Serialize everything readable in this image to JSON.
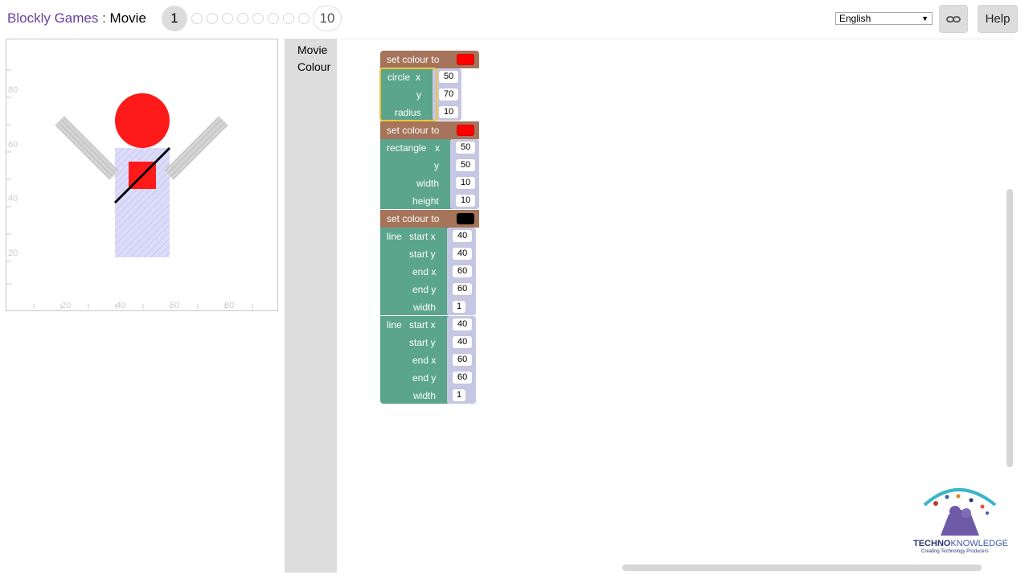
{
  "header": {
    "app_title": "Blockly Games",
    "separator": " : ",
    "level_name": "Movie",
    "current_level": "1",
    "last_level": "10",
    "language": "English",
    "link_icon": "link-icon",
    "help_label": "Help"
  },
  "visualization": {
    "y_ticks": [
      "80",
      "60",
      "40",
      "20"
    ],
    "x_ticks": [
      "20",
      "40",
      "60",
      "80"
    ],
    "colors": {
      "head": "#ff1a1a",
      "body": "#d8d8ff",
      "arms": "#d0d0d0",
      "square": "#ff1a1a",
      "line": "#000000"
    }
  },
  "toolbox": {
    "categories": [
      "Movie",
      "Colour"
    ]
  },
  "blocks": {
    "set_colour_label": "set colour to",
    "colour_1": "#ff0000",
    "colour_2": "#ff0000",
    "colour_3": "#000000",
    "circle": {
      "label": "circle",
      "x_label": "x",
      "x": "50",
      "y_label": "y",
      "y": "70",
      "radius_label": "radius",
      "radius": "10"
    },
    "rectangle": {
      "label": "rectangle",
      "x_label": "x",
      "x": "50",
      "y_label": "y",
      "y": "50",
      "width_label": "width",
      "width": "10",
      "height_label": "height",
      "height": "10"
    },
    "line1": {
      "label": "line",
      "start_x_label": "start x",
      "start_x": "40",
      "start_y_label": "start y",
      "start_y": "40",
      "end_x_label": "end x",
      "end_x": "60",
      "end_y_label": "end y",
      "end_y": "60",
      "width_label": "width",
      "width": "1"
    },
    "line2": {
      "label": "line",
      "start_x_label": "start x",
      "start_x": "40",
      "start_y_label": "start y",
      "start_y": "40",
      "end_x_label": "end x",
      "end_x": "60",
      "end_y_label": "end y",
      "end_y": "60",
      "width_label": "width",
      "width": "1"
    }
  },
  "logo": {
    "name_part1": "TECHNO",
    "name_part2": "KNOWLEDGE",
    "tagline": "Creating Technology Producers"
  }
}
